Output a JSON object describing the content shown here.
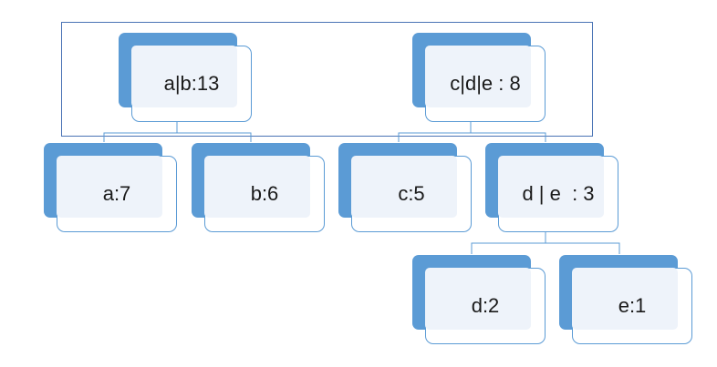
{
  "tree": {
    "root_left": {
      "label": "a|b:13"
    },
    "root_right": {
      "label": "c|d|e : 8"
    },
    "leaf_a": {
      "label": "a:7"
    },
    "leaf_b": {
      "label": "b:6"
    },
    "leaf_c": {
      "label": "c:5"
    },
    "node_de": {
      "label": "d | e  : 3"
    },
    "leaf_d": {
      "label": "d:2"
    },
    "leaf_e": {
      "label": "e:1"
    }
  },
  "colors": {
    "box_fill": "#5b9bd5",
    "box_face": "#eef3fa",
    "frame_stroke": "#4a73b5",
    "connector": "#5b9bd5"
  }
}
